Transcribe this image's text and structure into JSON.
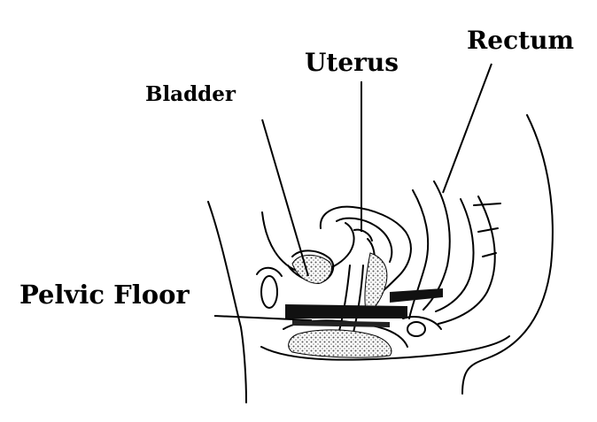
{
  "labels": {
    "rectum": "Rectum",
    "uterus": "Uterus",
    "bladder": "Bladder",
    "pelvic_floor": "Pelvic Floor"
  },
  "colors": {
    "ink": "#000000",
    "paper": "#ffffff",
    "stipple": "#888888"
  }
}
